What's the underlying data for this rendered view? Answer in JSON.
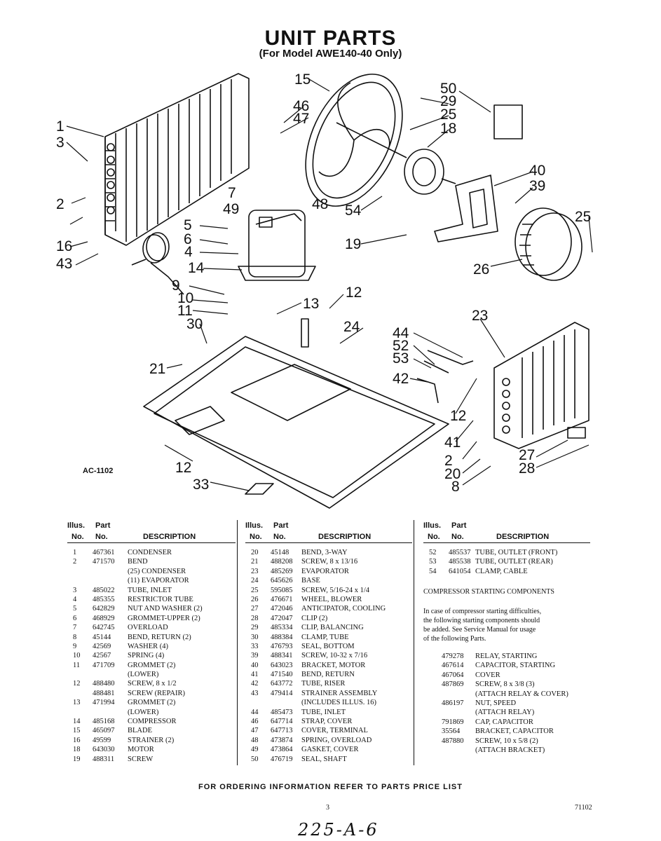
{
  "title": "UNIT PARTS",
  "subtitle": "(For Model AWE140-40 Only)",
  "figure_code": "AC-1102",
  "callouts": [
    "1",
    "3",
    "2",
    "16",
    "43",
    "15",
    "46",
    "47",
    "7",
    "49",
    "48",
    "50",
    "29",
    "25",
    "18",
    "40",
    "39",
    "54",
    "19",
    "25",
    "26",
    "5",
    "6",
    "4",
    "14",
    "9",
    "10",
    "11",
    "30",
    "13",
    "12",
    "24",
    "21",
    "23",
    "44",
    "52",
    "53",
    "42",
    "12",
    "41",
    "2",
    "20",
    "8",
    "27",
    "28",
    "12",
    "33"
  ],
  "table_headers": {
    "illus_line1": "Illus.",
    "part_line1": "Part",
    "illus_line2": "No.",
    "part_line2": "No.",
    "description": "DESCRIPTION"
  },
  "table1": [
    [
      "1",
      "467361",
      "CONDENSER"
    ],
    [
      "2",
      "471570",
      "BEND"
    ],
    [
      "",
      "",
      "(25) CONDENSER"
    ],
    [
      "",
      "",
      "(11) EVAPORATOR"
    ],
    [
      "3",
      "485022",
      "TUBE, INLET"
    ],
    [
      "4",
      "485355",
      "RESTRICTOR TUBE"
    ],
    [
      "5",
      "642829",
      "NUT AND WASHER (2)"
    ],
    [
      "6",
      "468929",
      "GROMMET-UPPER (2)"
    ],
    [
      "7",
      "642745",
      "OVERLOAD"
    ],
    [
      "8",
      "45144",
      "BEND, RETURN (2)"
    ],
    [
      "9",
      "42569",
      "WASHER (4)"
    ],
    [
      "10",
      "42567",
      "SPRING (4)"
    ],
    [
      "11",
      "471709",
      "GROMMET (2)"
    ],
    [
      "",
      "",
      "(LOWER)"
    ],
    [
      "12",
      "488480",
      "SCREW, 8 x 1/2"
    ],
    [
      "",
      "488481",
      "SCREW (REPAIR)"
    ],
    [
      "13",
      "471994",
      "GROMMET (2)"
    ],
    [
      "",
      "",
      "(LOWER)"
    ],
    [
      "14",
      "485168",
      "COMPRESSOR"
    ],
    [
      "15",
      "465097",
      "BLADE"
    ],
    [
      "16",
      "49599",
      "STRAINER (2)"
    ],
    [
      "18",
      "643030",
      "MOTOR"
    ],
    [
      "19",
      "488311",
      "SCREW"
    ]
  ],
  "table2": [
    [
      "20",
      "45148",
      "BEND, 3-WAY"
    ],
    [
      "21",
      "488208",
      "SCREW, 8 x 13/16"
    ],
    [
      "23",
      "485269",
      "EVAPORATOR"
    ],
    [
      "24",
      "645626",
      "BASE"
    ],
    [
      "25",
      "595085",
      "SCREW, 5/16-24 x 1/4"
    ],
    [
      "26",
      "476671",
      "WHEEL, BLOWER"
    ],
    [
      "27",
      "472046",
      "ANTICIPATOR, COOLING"
    ],
    [
      "28",
      "472047",
      "CLIP (2)"
    ],
    [
      "29",
      "485334",
      "CLIP, BALANCING"
    ],
    [
      "30",
      "488384",
      "CLAMP, TUBE"
    ],
    [
      "33",
      "476793",
      "SEAL, BOTTOM"
    ],
    [
      "39",
      "488341",
      "SCREW, 10-32 x 7/16"
    ],
    [
      "40",
      "643023",
      "BRACKET, MOTOR"
    ],
    [
      "41",
      "471540",
      "BEND, RETURN"
    ],
    [
      "42",
      "643772",
      "TUBE, RISER"
    ],
    [
      "43",
      "479414",
      "STRAINER ASSEMBLY"
    ],
    [
      "",
      "",
      "(INCLUDES ILLUS. 16)"
    ],
    [
      "44",
      "485473",
      "TUBE, INLET"
    ],
    [
      "46",
      "647714",
      "STRAP, COVER"
    ],
    [
      "47",
      "647713",
      "COVER, TERMINAL"
    ],
    [
      "48",
      "473874",
      "SPRING, OVERLOAD"
    ],
    [
      "49",
      "473864",
      "GASKET, COVER"
    ],
    [
      "50",
      "476719",
      "SEAL, SHAFT"
    ]
  ],
  "table3": [
    [
      "52",
      "485537",
      "TUBE, OUTLET (FRONT)"
    ],
    [
      "53",
      "485538",
      "TUBE, OUTLET (REAR)"
    ],
    [
      "54",
      "641054",
      "CLAMP, CABLE"
    ]
  ],
  "compressor_heading": "COMPRESSOR STARTING COMPONENTS",
  "compressor_note": [
    "In case of compressor starting difficulties,",
    "the following starting components should",
    "be added. See Service Manual for usage",
    "of the following Parts."
  ],
  "compressor_parts": [
    [
      "479278",
      "RELAY, STARTING"
    ],
    [
      "467614",
      "CAPACITOR, STARTING"
    ],
    [
      "467064",
      "COVER"
    ],
    [
      "487869",
      "SCREW, 8 x 3/8 (3)"
    ],
    [
      "",
      "(ATTACH RELAY & COVER)"
    ],
    [
      "486197",
      "NUT, SPEED"
    ],
    [
      "",
      "(ATTACH RELAY)"
    ],
    [
      "791869",
      "CAP, CAPACITOR"
    ],
    [
      "35564",
      "BRACKET, CAPACITOR"
    ],
    [
      "487880",
      "SCREW, 10 x 5/8 (2)"
    ],
    [
      "",
      "(ATTACH BRACKET)"
    ]
  ],
  "footer": "FOR ORDERING INFORMATION REFER TO PARTS PRICE LIST",
  "page_number": "3",
  "doc_number": "71102",
  "handwritten": "225-A-6"
}
